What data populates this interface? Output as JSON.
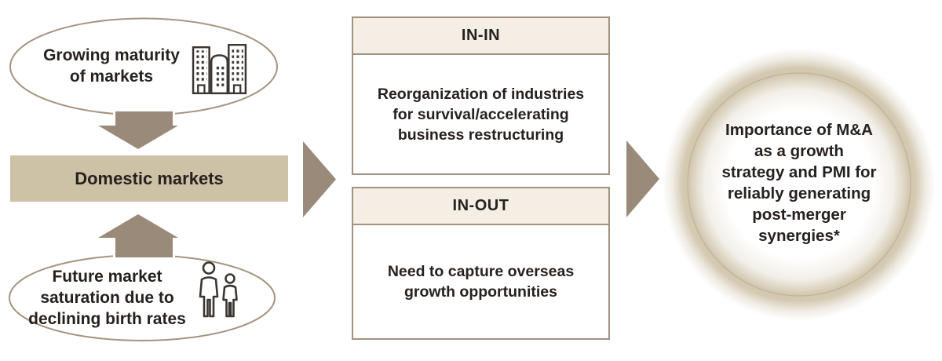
{
  "diagram": {
    "left": {
      "top_ellipse_text": "Growing maturity\nof markets",
      "domestic_label": "Domestic markets",
      "bottom_ellipse_text": "Future market\nsaturation due to\ndeclining birth rates"
    },
    "middle": {
      "boxes": [
        {
          "header": "IN-IN",
          "body": "Reorganization of industries\nfor survival/accelerating\nbusiness restructuring"
        },
        {
          "header": "IN-OUT",
          "body": "Need to capture overseas\ngrowth opportunities"
        }
      ]
    },
    "right": {
      "conclusion_text": "Importance of M&A\nas a growth\nstrategy and PMI for\nreliably generating\npost-merger\nsynergies*"
    },
    "icons": {
      "top_ellipse": "buildings-icon",
      "bottom_ellipse": "people-icon"
    },
    "colors": {
      "arrow": "#9a8a79",
      "domestic_box_bg": "#cec2a6",
      "box_header_bg": "#f4eee4",
      "box_border": "#a3907d",
      "ellipse_border": "#a5937f",
      "glow_ring": "#cfc3a9",
      "text": "#26211e",
      "icon_stroke": "#3b3632"
    }
  }
}
